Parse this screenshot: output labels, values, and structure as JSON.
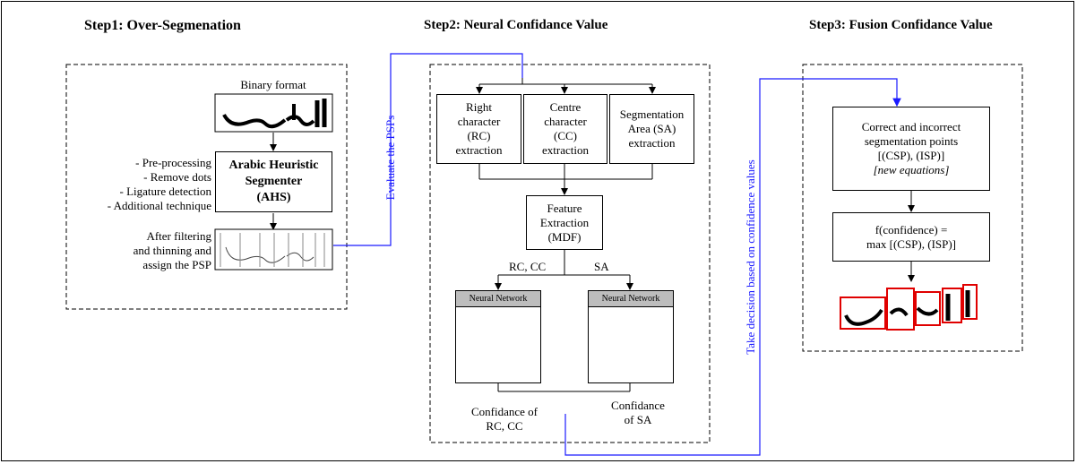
{
  "steps": {
    "step1_title": "Step1: Over-Segmenation",
    "step2_title": "Step2: Neural Confidance Value",
    "step3_title": "Step3: Fusion Confidance Value"
  },
  "step1": {
    "binary_label": "Binary format",
    "ahs_lines": [
      "Arabic Heuristic",
      "Segmenter",
      "(AHS)"
    ],
    "preproc_lines": [
      "- Pre-processing",
      "- Remove dots",
      "- Ligature detection",
      "- Additional technique"
    ],
    "filter_lines": [
      "After filtering",
      "and thinning and",
      "assign the PSP"
    ]
  },
  "step2": {
    "rc_lines": [
      "Right",
      "character",
      "(RC)",
      "extraction"
    ],
    "cc_lines": [
      "Centre",
      "character",
      "(CC)",
      "extraction"
    ],
    "sa_lines": [
      "Segmentation",
      "Area (SA)",
      "extraction"
    ],
    "feature_lines": [
      "Feature",
      "Extraction",
      "(MDF)"
    ],
    "branch_left": "RC, CC",
    "branch_right": "SA",
    "nn_left_title": "Neural Network",
    "nn_right_title": "Neural Network",
    "conf_left_lines": [
      "Confidance of",
      "RC, CC"
    ],
    "conf_right_lines": [
      "Confidance",
      "of SA"
    ]
  },
  "step3": {
    "correct_lines": [
      "Correct and incorrect",
      "segmentation points",
      "[(CSP), (ISP)]",
      "[new equations]"
    ],
    "fconf_lines": [
      "f(confidence) =",
      "max [(CSP), (ISP)]"
    ]
  },
  "connectors": {
    "evaluate_label": "Evaluate the PSPs",
    "decision_label": "Take decision based on confidence values",
    "link_color": "#1a1aff"
  }
}
